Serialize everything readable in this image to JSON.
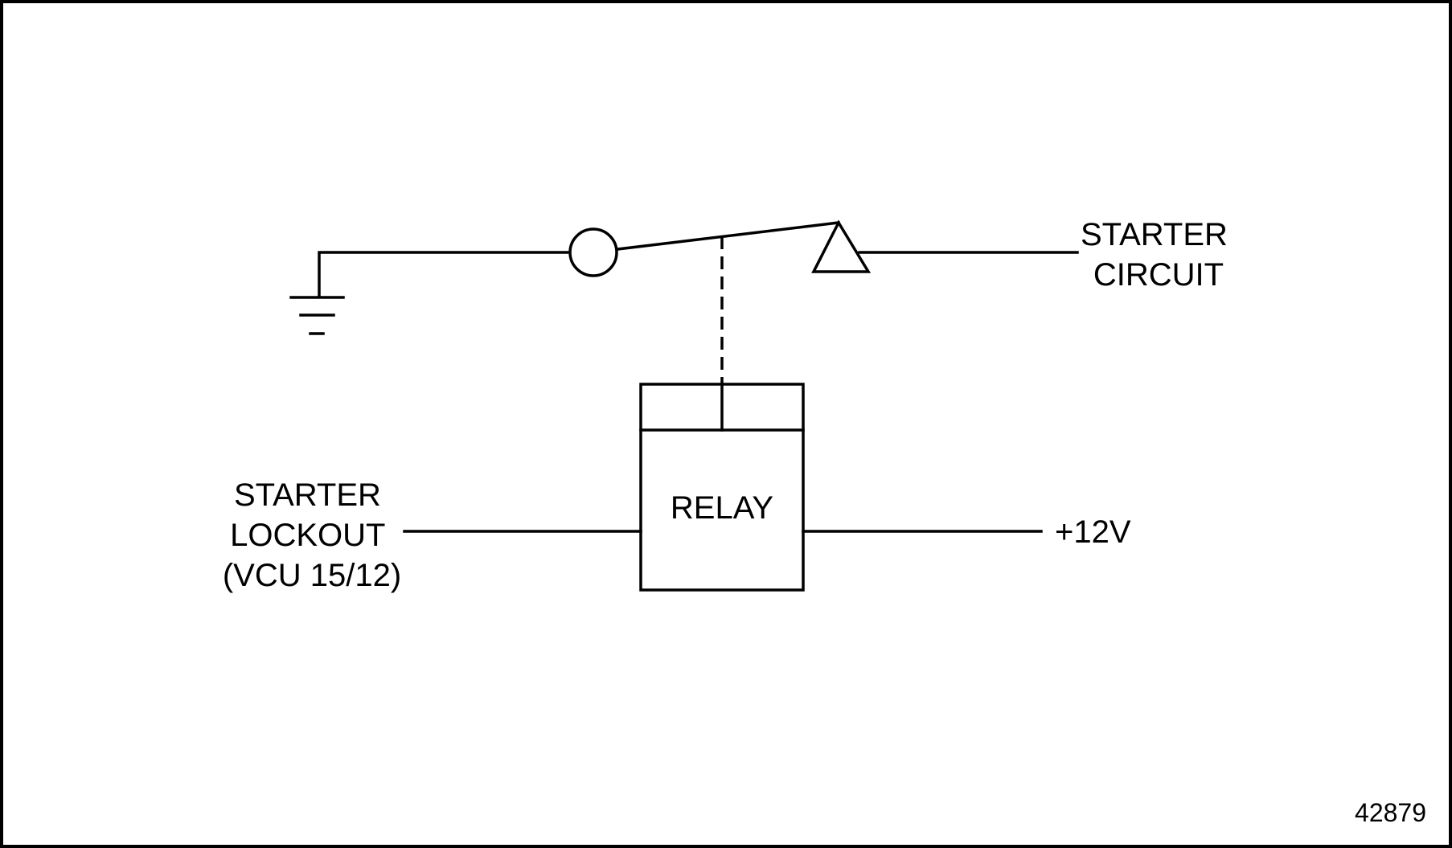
{
  "labels": {
    "starter_circuit": [
      "STARTER",
      "CIRCUIT"
    ],
    "relay": "RELAY",
    "starter_lockout": [
      "STARTER",
      "LOCKOUT",
      "(VCU 15/12)"
    ],
    "supply": "+12V",
    "figure_number": "42879"
  },
  "colors": {
    "ink": "#000000",
    "background": "#ffffff"
  }
}
